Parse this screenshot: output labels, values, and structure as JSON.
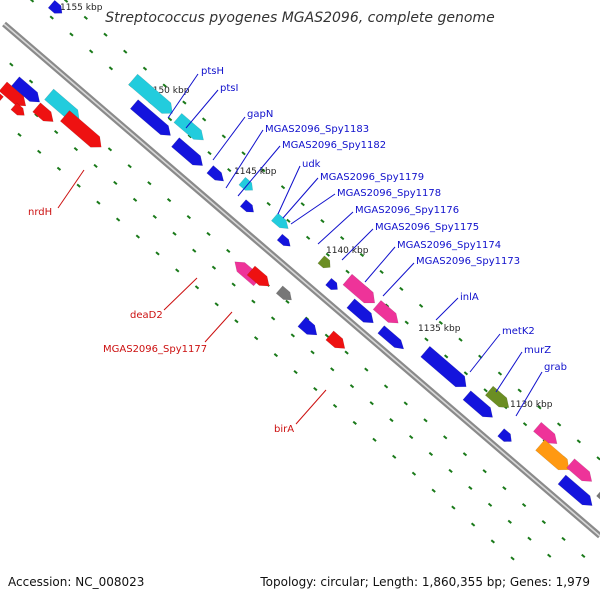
{
  "title": "Streptococcus pyogenes MGAS2096, complete genome",
  "footer": {
    "accession": "Accession: NC_008023",
    "summary": "Topology: circular; Length: 1,860,355 bp; Genes: 1,979"
  },
  "scale_labels": [
    "1155 kbp",
    "1150 kbp",
    "1145 kbp",
    "1140 kbp",
    "1135 kbp",
    "1130 kbp"
  ],
  "gene_labels_forward": [
    "ptsH",
    "ptsI",
    "gapN",
    "MGAS2096_Spy1183",
    "MGAS2096_Spy1182",
    "udk",
    "MGAS2096_Spy1179",
    "MGAS2096_Spy1178",
    "MGAS2096_Spy1176",
    "MGAS2096_Spy1175",
    "MGAS2096_Spy1174",
    "MGAS2096_Spy1173",
    "inlA",
    "metK2",
    "murZ",
    "grab"
  ],
  "gene_labels_reverse": [
    "nrdH",
    "deaD2",
    "MGAS2096_Spy1177",
    "birA"
  ],
  "colors": {
    "backbone": "#8a8a8a",
    "forward_label": "#1010cc",
    "reverse_label": "#cc1010",
    "tick": "#1a7a1a",
    "gene_blue": "#1414dd",
    "gene_red": "#ee1111",
    "gene_cyan": "#22ccdd",
    "gene_pink": "#ee3399",
    "gene_olive": "#6b8e23",
    "gene_gray": "#777777",
    "gene_orange": "#ff9911"
  }
}
